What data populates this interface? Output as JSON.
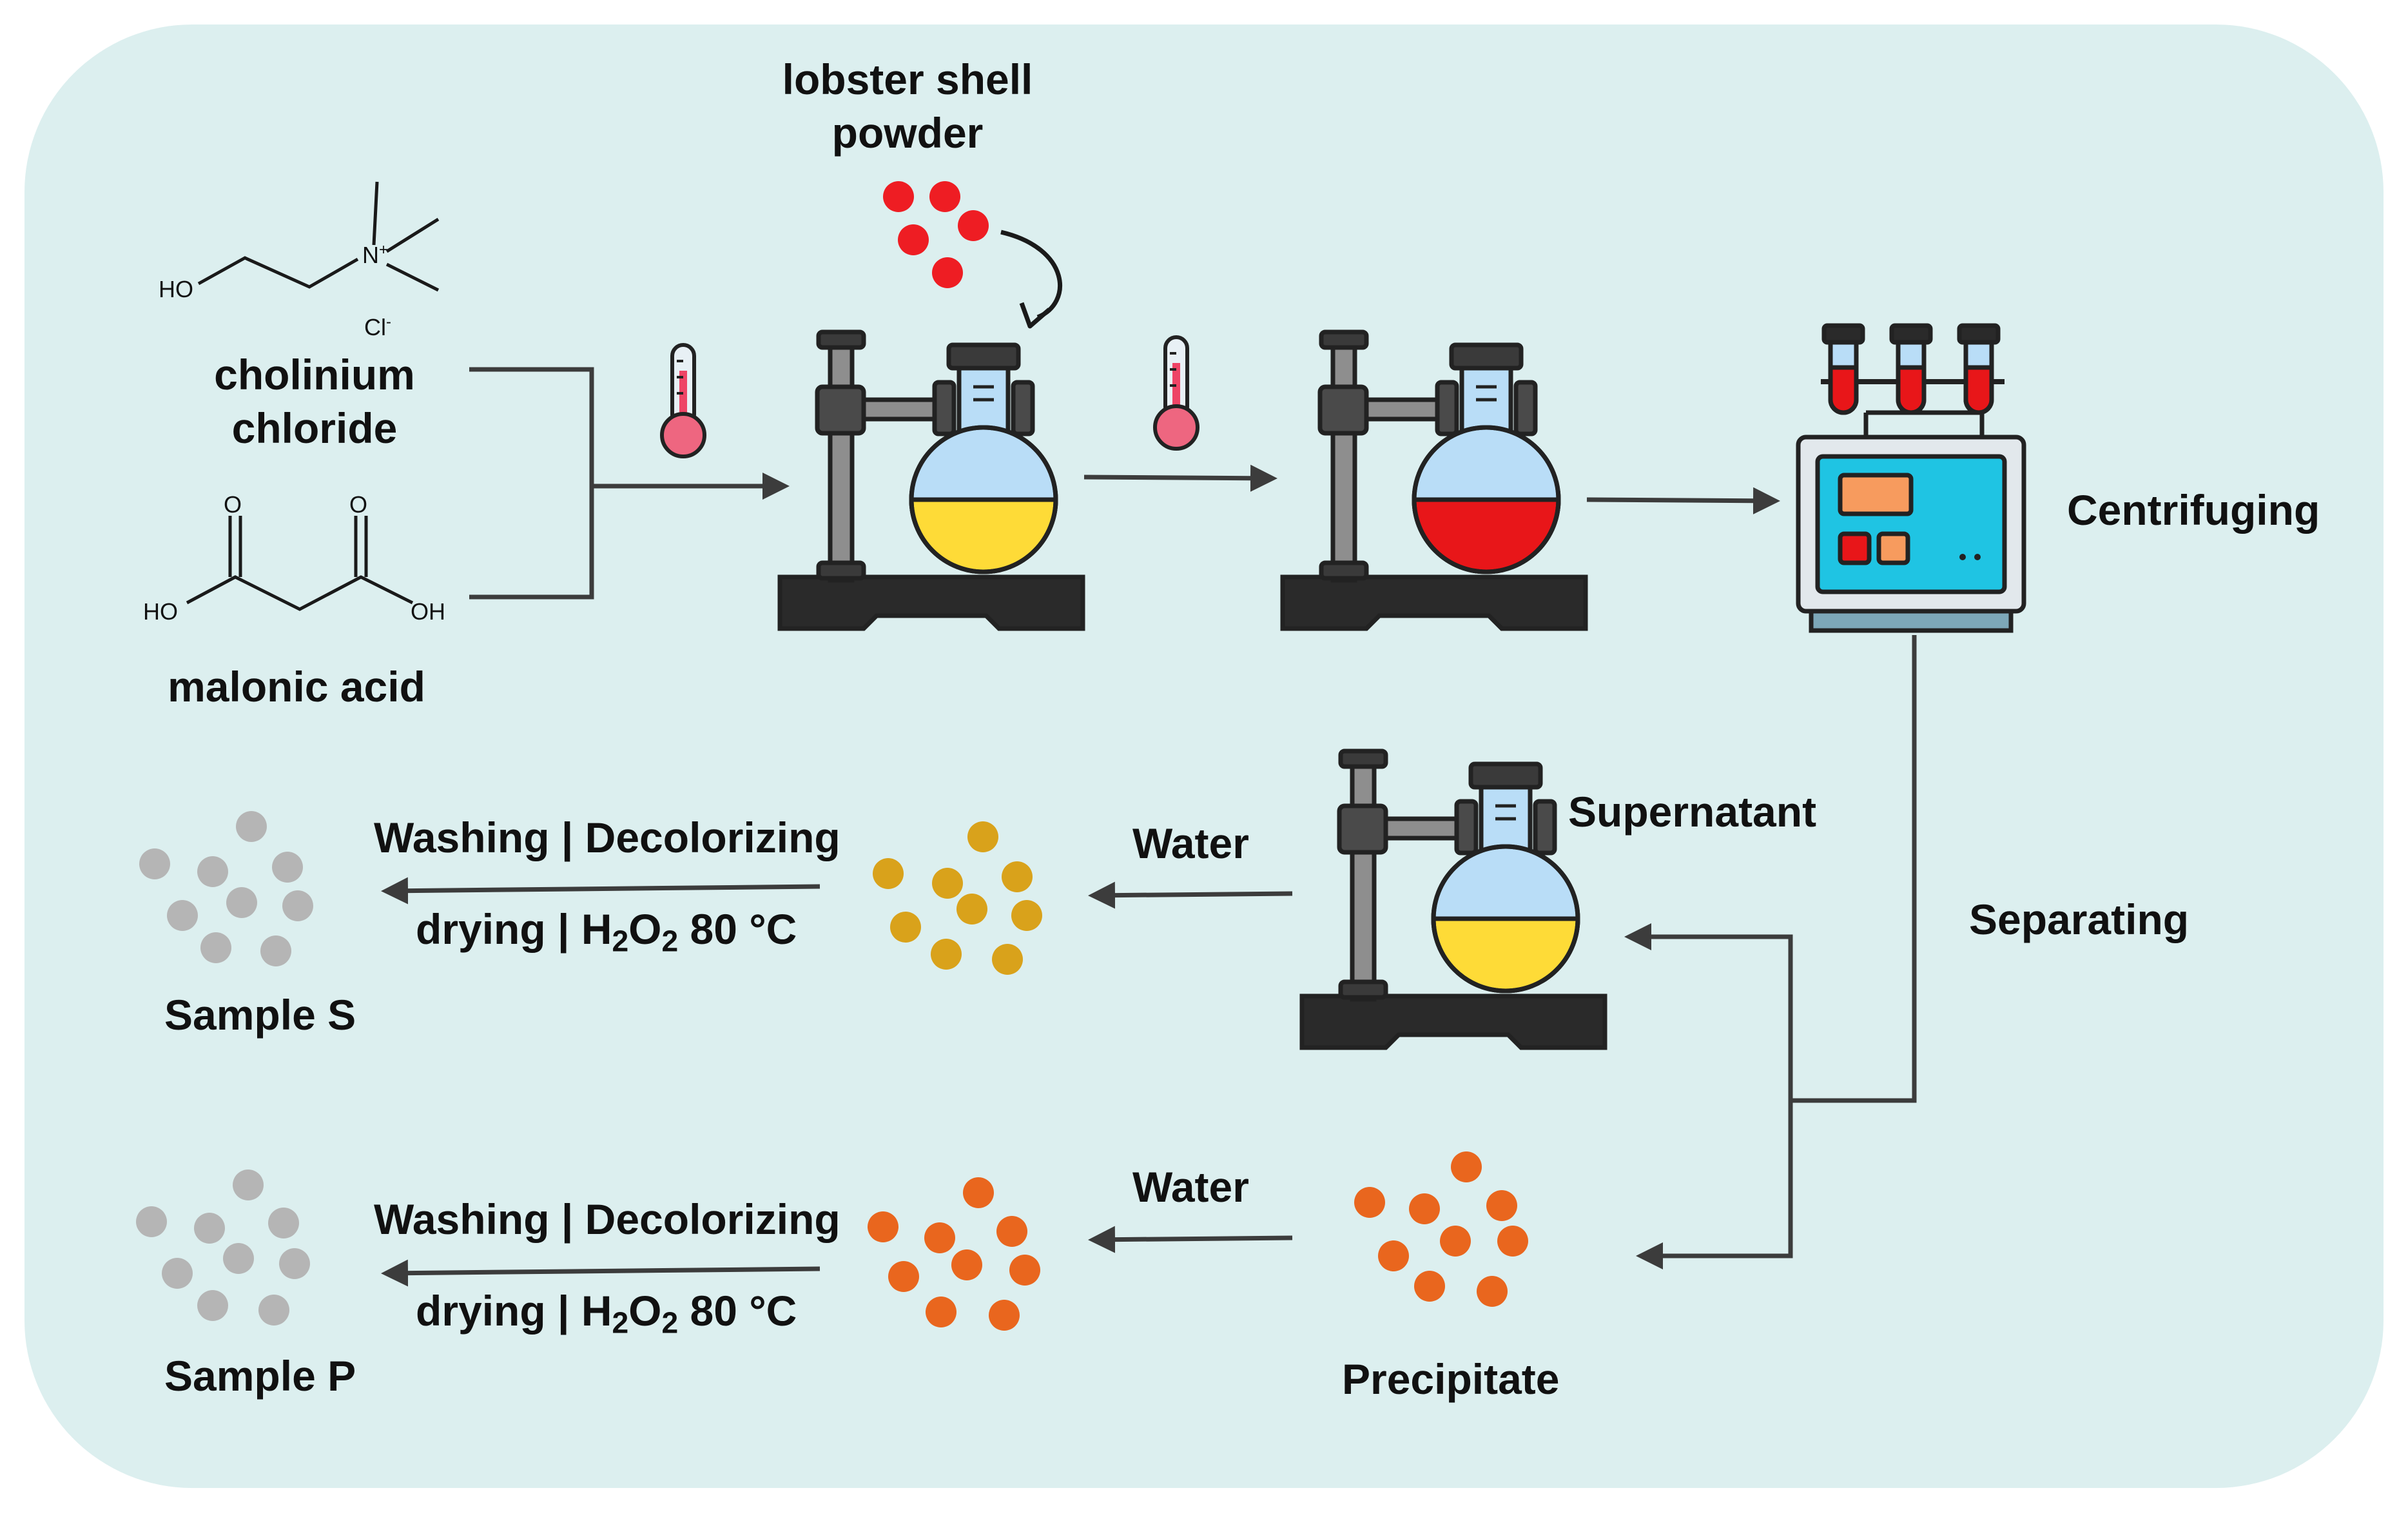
{
  "colors": {
    "background_panel": "#DCEFEF",
    "red_particles": "#EE1D23",
    "yellow_liquid": "#FEDB37",
    "red_liquid": "#E81619",
    "flask_glass": "#B9DDF7",
    "gold_particles": "#D9A21B",
    "orange_particles": "#E9661E",
    "gray_particles": "#B5B5B5",
    "centrifuge_body": "#1FC4E3",
    "centrifuge_display": "#F79B5E",
    "connector_lines": "#3C3C3C"
  },
  "labels": {
    "lobster_shell_line1": "lobster shell",
    "lobster_shell_line2": "powder",
    "cholinium_line1": "cholinium",
    "cholinium_line2": "chloride",
    "malonic": "malonic acid",
    "centrifuging": "Centrifuging",
    "supernatant": "Supernatant",
    "separating": "Separating",
    "water_top": "Water",
    "water_bottom": "Water",
    "washing_top": "Washing | Decolorizing",
    "washing_bottom": "Washing | Decolorizing",
    "drying_prefix_top": "drying | H",
    "drying_sub2_top": "2",
    "drying_o_top": "O",
    "drying_sub2b_top": "2",
    "drying_suffix_top": " 80 °C",
    "drying_prefix_bottom": "drying | H",
    "drying_sub2_bottom": "2",
    "drying_o_bottom": "O",
    "drying_sub2b_bottom": "2",
    "drying_suffix_bottom": " 80 °C",
    "sample_s": "Sample S",
    "sample_p": "Sample P",
    "precipitate": "Precipitate"
  },
  "chem_labels": {
    "ho_choline": "HO",
    "n_plus": "N",
    "n_charge": "+",
    "cl": "Cl",
    "cl_charge": "-",
    "o_left": "O",
    "o_right": "O",
    "ho_malonic": "HO",
    "oh_malonic": "OH"
  },
  "icons": [
    "thermometer-icon",
    "thermometer-icon",
    "retort-stand-flask-icon",
    "centrifuge-icon",
    "curved-arrow-icon"
  ]
}
